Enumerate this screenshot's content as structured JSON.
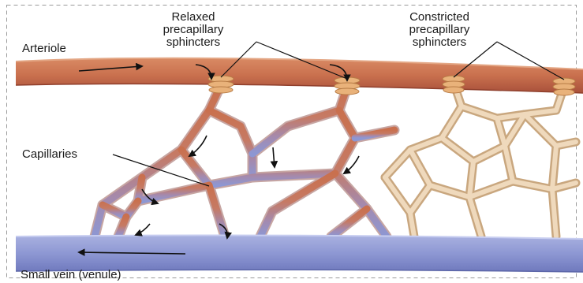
{
  "labels": {
    "arteriole": "Arteriole",
    "relaxed": [
      "Relaxed",
      "precapillary",
      "sphincters"
    ],
    "constricted": [
      "Constricted",
      "precapillary",
      "sphincters"
    ],
    "capillaries": "Capillaries",
    "vein": "Small vein (venule)"
  },
  "colors": {
    "artery": "#c9704e",
    "artery_dark": "#a8503a",
    "vein": "#8d97d3",
    "vein_dark": "#6f79bd",
    "closed_capillary": "#efd9bc",
    "closed_outline": "#c9a77f",
    "sphincter": "#e9b27a",
    "border": "#9a9a9a"
  }
}
